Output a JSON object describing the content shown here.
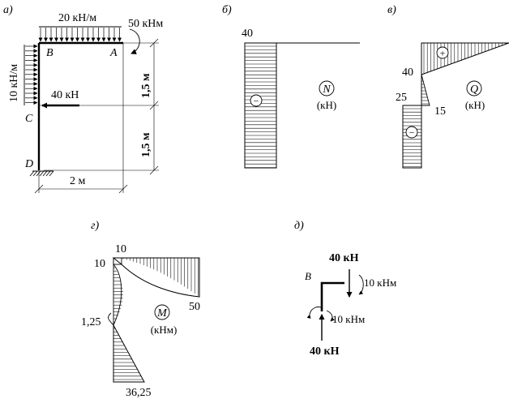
{
  "panels": {
    "a": {
      "label": "а)",
      "load_top": "20 кН/м",
      "moment_top": "50 кНм",
      "load_left": "10 кН/м",
      "force_mid": "40 кН",
      "node_B": "B",
      "node_A": "A",
      "node_C": "C",
      "node_D": "D",
      "dim_upper": "1,5 м",
      "dim_lower": "1,5 м",
      "dim_bottom": "2 м"
    },
    "b": {
      "label": "б)",
      "value_top": "40",
      "circle_letter": "N",
      "unit": "(кН)",
      "sign": "−"
    },
    "v": {
      "label": "в)",
      "value_40": "40",
      "value_25": "25",
      "value_15": "15",
      "circle_letter": "Q",
      "unit": "(кН)",
      "sign_plus": "+",
      "sign_minus": "−"
    },
    "g": {
      "label": "г)",
      "value_10_top": "10",
      "value_10_left": "10",
      "value_50": "50",
      "value_125": "1,25",
      "value_3625": "36,25",
      "circle_letter": "M",
      "unit": "(кНм)"
    },
    "d": {
      "label": "д)",
      "force_top": "40 кН",
      "moment_right": "10 кНм",
      "moment_lower": "10 кНм",
      "force_bottom": "40 кН",
      "node_B": "B"
    }
  }
}
